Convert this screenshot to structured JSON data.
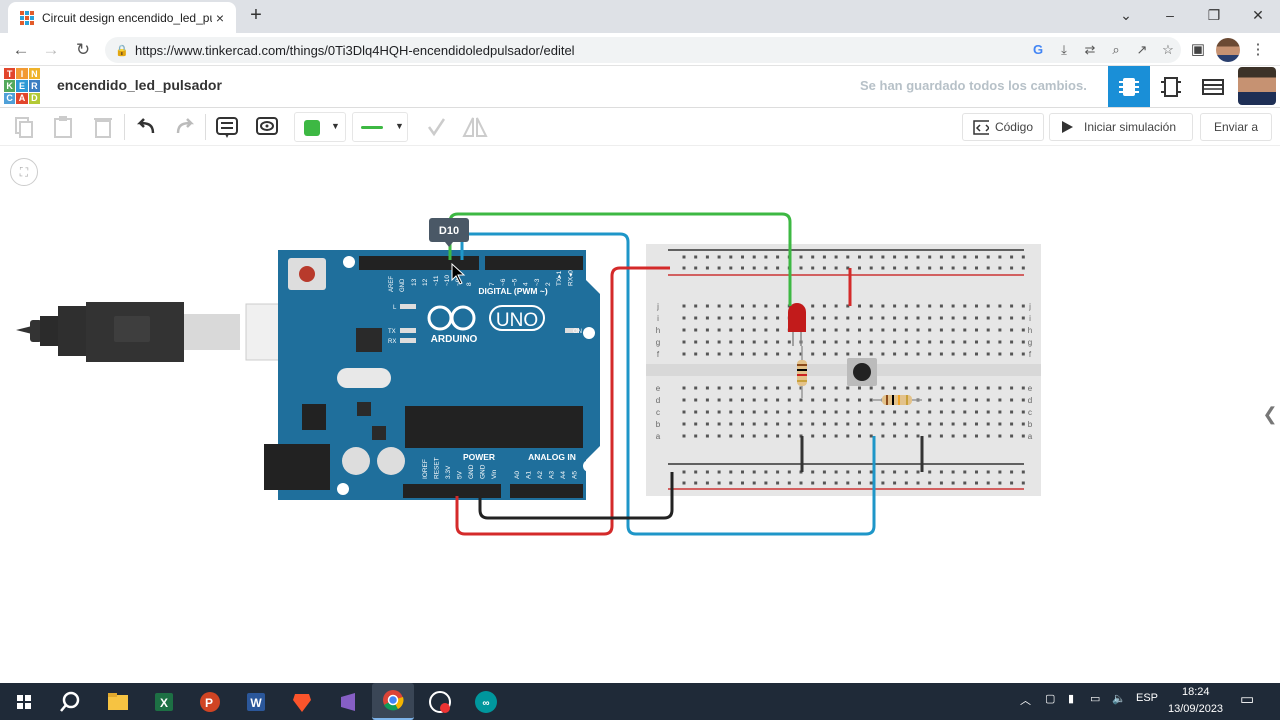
{
  "browser": {
    "tab_title": "Circuit design encendido_led_pul",
    "tab_close": "×",
    "new_tab": "+",
    "url": "https://www.tinkercad.com/things/0Ti3Dlq4HQH-encendidoledpulsador/editel",
    "window_controls": {
      "minimize": "–",
      "maximize": "❐",
      "close": "✕",
      "tabsearch": "⌄"
    },
    "nav": {
      "back": "←",
      "forward": "→",
      "reload": "↻"
    }
  },
  "app": {
    "logo_letters": [
      "T",
      "I",
      "N",
      "K",
      "E",
      "R",
      "C",
      "A",
      "D"
    ],
    "logo_colors": [
      "#e2452b",
      "#f29a33",
      "#efb32b",
      "#53a95b",
      "#2e9ad6",
      "#3c7ec2",
      "#4fa0d8",
      "#e2452b",
      "#b3c935"
    ],
    "project_name": "encendido_led_pulsador",
    "save_status": "Se han guardado todos los cambios.",
    "accent_color": "#1a8fd7"
  },
  "toolbar": {
    "code_label": "Código",
    "simulate_label": "Iniciar simulación",
    "send_label": "Enviar a",
    "wire_color": "#3db843"
  },
  "canvas": {
    "tooltip": "D10",
    "fit_icon": "fit-view-icon",
    "arduino": {
      "model": "UNO",
      "brand": "ARDUINO",
      "digital_label": "DIGITAL (PWM ~)",
      "power_label": "POWER",
      "analog_label": "ANALOG IN",
      "aref": "AREF",
      "gnd": "GND",
      "on_label": "ON",
      "led_labels": [
        "L",
        "TX",
        "RX"
      ],
      "digital_pins": [
        "13",
        "12",
        "~11",
        "~10",
        "~9",
        "8",
        "7",
        "~6",
        "~5",
        "4",
        "~3",
        "2",
        "TX▸1",
        "RX◂0"
      ],
      "power_pins": [
        "IOREF",
        "RESET",
        "3.3V",
        "5V",
        "GND",
        "GND",
        "Vin"
      ],
      "analog_pins": [
        "A0",
        "A1",
        "A2",
        "A3",
        "A4",
        "A5"
      ]
    },
    "breadboard": {
      "row_letters_top": [
        "j",
        "i",
        "h",
        "g",
        "f"
      ],
      "row_letters_bottom": [
        "e",
        "d",
        "c",
        "b",
        "a"
      ],
      "columns": 30
    },
    "wires": {
      "green": "#3db843",
      "blue": "#1e96c8",
      "red": "#d42a2a",
      "black": "#222222"
    }
  },
  "taskbar": {
    "language": "ESP",
    "time": "18:24",
    "date": "13/09/2023"
  }
}
